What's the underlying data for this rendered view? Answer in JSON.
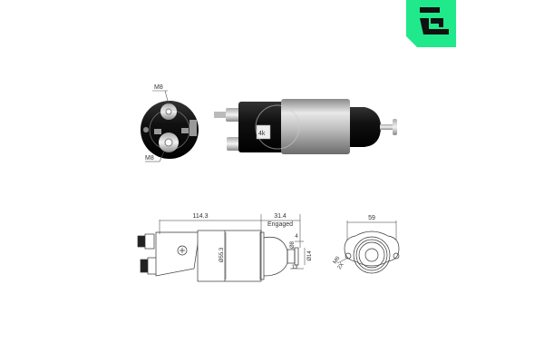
{
  "brand": {
    "logo_letter": "E",
    "logo_color": "#1fe98a",
    "logo_glyph_color": "#111111"
  },
  "photo": {
    "front_view_labels": {
      "top_terminal": "M8",
      "bottom_terminal": "M8"
    },
    "side_terminal_label": "4k"
  },
  "drawing": {
    "body_length": "114.3",
    "plunger_travel": "31.4",
    "plunger_state": "Engaged",
    "body_diameter": "Ø55.3",
    "plunger_diameter": "Ø8",
    "plunger_head_diameter": "Ø14",
    "head_thickness": "4",
    "plunger_extension": "13",
    "flange_width": "59",
    "mounting_thread": "M6",
    "mounting_count": "2X"
  }
}
